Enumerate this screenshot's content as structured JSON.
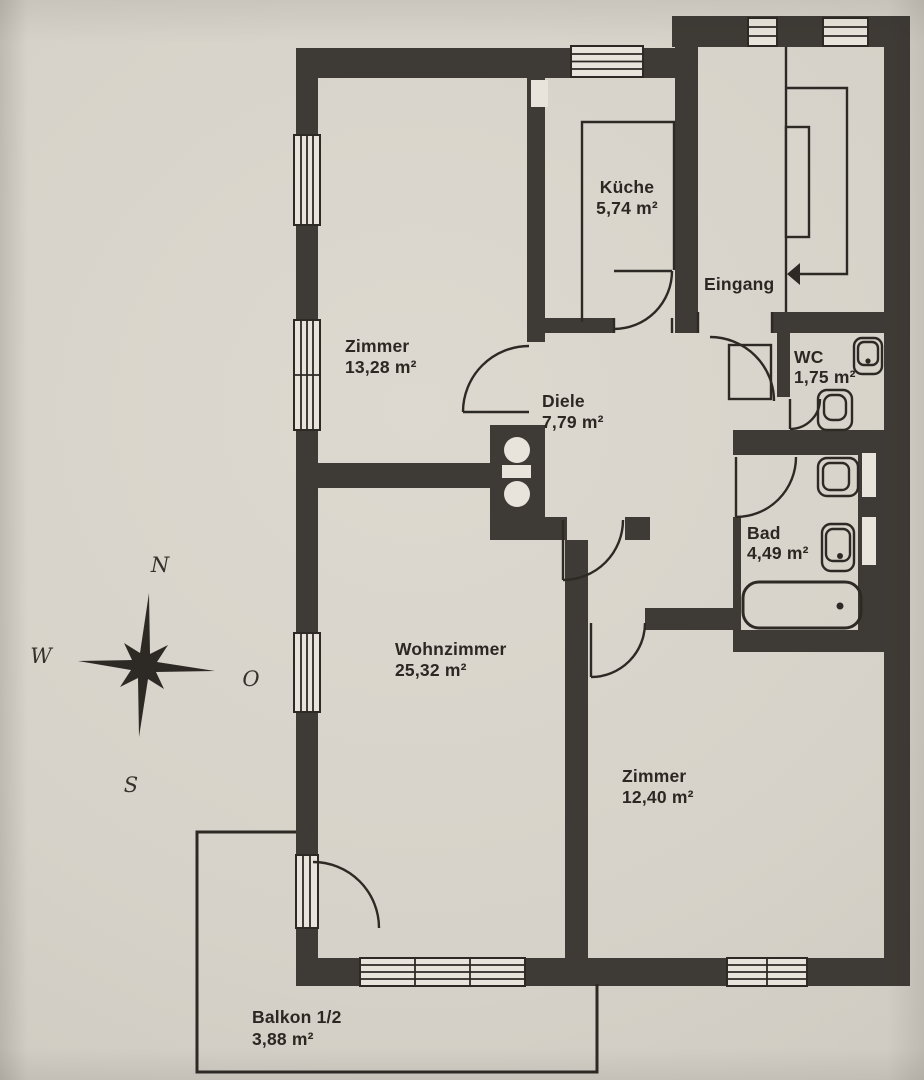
{
  "floor_plan": {
    "rooms": [
      {
        "name": "Zimmer",
        "area": "13,28 m²"
      },
      {
        "name": "Küche",
        "area": "5,74 m²"
      },
      {
        "name": "Diele",
        "area": "7,79 m²"
      },
      {
        "name": "WC",
        "area": "1,75 m²"
      },
      {
        "name": "Bad",
        "area": "4,49 m²"
      },
      {
        "name": "Wohnzimmer",
        "area": "25,32 m²"
      },
      {
        "name": "Zimmer",
        "area": "12,40 m²"
      },
      {
        "name": "Balkon 1/2",
        "area": "3,88 m²"
      }
    ],
    "entrance_label": "Eingang",
    "compass": {
      "n": "N",
      "w": "W",
      "o": "O",
      "s": "S"
    },
    "colors": {
      "paper": "#d6d2c9",
      "wall": "#3e3a35",
      "line": "#2d2a26"
    }
  }
}
